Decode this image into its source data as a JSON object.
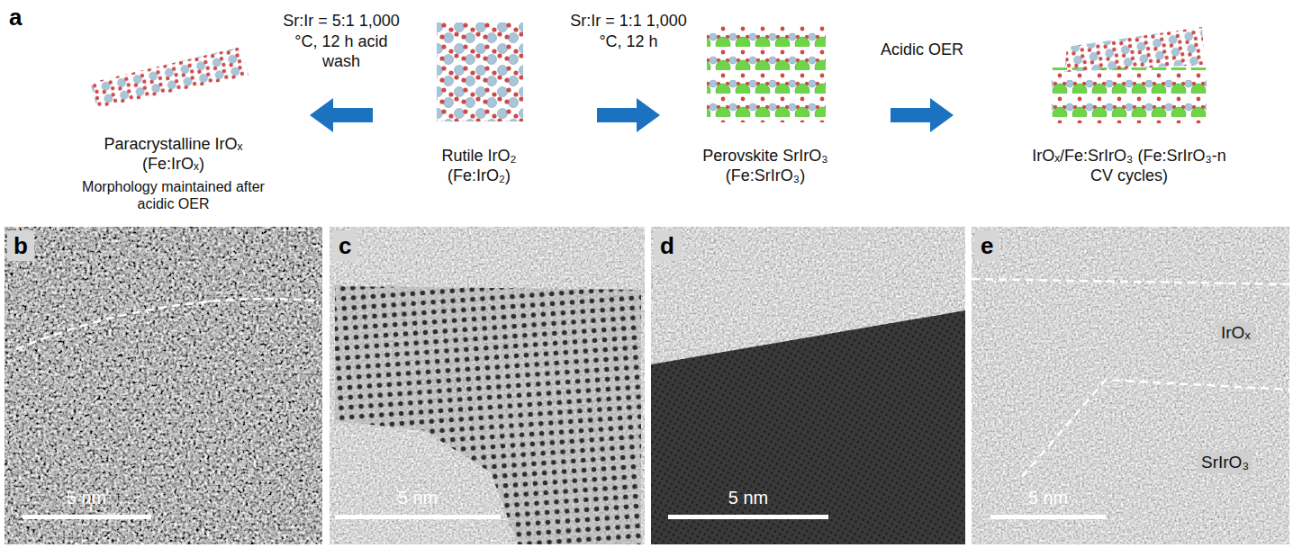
{
  "diagram": {
    "nodes": [
      {
        "text": [
          "Paracrystalline IrOₓ (Fe:IrOₓ)",
          "Morphology maintained after acidic OER"
        ]
      },
      {
        "text": [
          "Rutile IrO₂ (Fe:IrO₂)"
        ]
      },
      {
        "text": [
          "Perovskite SrIrO₃ (Fe:SrIrO₃)"
        ]
      },
      {
        "text": [
          "IrOₓ/Fe:SrIrO₃ (Fe:SrIrO₃-n CV cycles)"
        ]
      }
    ],
    "edges": [
      {
        "from": 1,
        "to": 0,
        "arrow": "to",
        "label": "Sr:Ir = 5:1 1,000 °C, 12 h acid wash"
      },
      {
        "from": 1,
        "to": 2,
        "arrow": "to",
        "label": "Sr:Ir = 1:1 1,000 °C, 12 h"
      },
      {
        "from": 2,
        "to": 3,
        "arrow": "to",
        "label": "Acidic OER"
      }
    ],
    "labels": [
      "a",
      "b",
      "c",
      "d",
      "e",
      "5 nm",
      "5 nm",
      "5 nm",
      "5 nm",
      "IrOₓ",
      "SrIrO₃"
    ]
  }
}
